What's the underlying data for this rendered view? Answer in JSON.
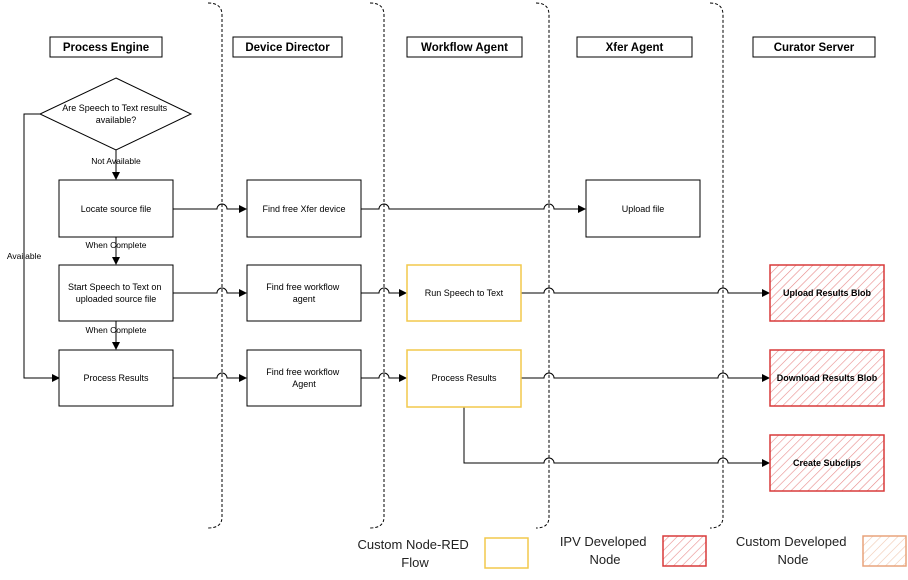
{
  "lanes": [
    {
      "id": "process-engine",
      "title": "Process Engine"
    },
    {
      "id": "device-director",
      "title": "Device Director"
    },
    {
      "id": "workflow-agent",
      "title": "Workflow Agent"
    },
    {
      "id": "xfer-agent",
      "title": "Xfer Agent"
    },
    {
      "id": "curator-server",
      "title": "Curator Server"
    }
  ],
  "decision": {
    "lines": [
      "Are Speech to Text results",
      "available?"
    ]
  },
  "nodes": {
    "locate_source": {
      "lines": [
        "Locate source file"
      ]
    },
    "start_stt": {
      "lines": [
        "Start Speech to Text on",
        "uploaded source file"
      ]
    },
    "process_results_pe": {
      "lines": [
        "Process Results"
      ]
    },
    "find_xfer": {
      "lines": [
        "Find free Xfer device"
      ]
    },
    "find_workflow_1": {
      "lines": [
        "Find free workflow",
        "agent"
      ]
    },
    "find_workflow_2": {
      "lines": [
        "Find free workflow",
        "Agent"
      ]
    },
    "run_stt": {
      "lines": [
        "Run Speech to Text"
      ]
    },
    "process_results_wa": {
      "lines": [
        "Process Results"
      ]
    },
    "upload_file": {
      "lines": [
        "Upload file"
      ]
    },
    "upload_blob": {
      "lines": [
        "Upload Results Blob"
      ]
    },
    "download_blob": {
      "lines": [
        "Download Results Blob"
      ]
    },
    "create_subclips": {
      "lines": [
        "Create Subclips"
      ]
    }
  },
  "edge_labels": {
    "not_available": "Not Available",
    "available": "Available",
    "when_complete_1": "When Complete",
    "when_complete_2": "When Complete"
  },
  "legend": [
    {
      "id": "custom-node-red",
      "lines": [
        "Custom Node-RED",
        "Flow"
      ],
      "style": "yellow"
    },
    {
      "id": "ipv-developed",
      "lines": [
        "IPV Developed",
        "Node"
      ],
      "style": "red-hatched"
    },
    {
      "id": "custom-developed",
      "lines": [
        "Custom Developed",
        "Node"
      ],
      "style": "tan-hatched"
    }
  ],
  "colors": {
    "yellow_border": "#f2c94c",
    "red_border": "#d93a3a",
    "red_hatch": "#e88a8a",
    "tan_border": "#e8a47c",
    "tan_hatch": "#f0c8b0"
  }
}
